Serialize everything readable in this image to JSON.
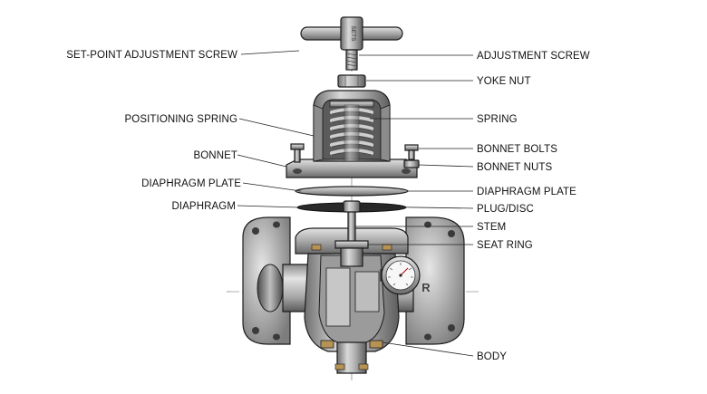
{
  "labels": {
    "set_point_adjustment_screw": "SET-POINT ADJUSTMENT SCREW",
    "positioning_spring": "POSITIONING SPRING",
    "bonnet": "BONNET",
    "diaphragm_plate_left": "DIAPHRAGM PLATE",
    "diaphragm": "DIAPHRAGM",
    "adjustment_screw": "ADJUSTMENT SCREW",
    "yoke_nut": "YOKE NUT",
    "spring": "SPRING",
    "bonnet_bolts": "BONNET BOLTS",
    "bonnet_nuts": "BONNET NUTS",
    "diaphragm_plate_right": "DIAPHRAGM PLATE",
    "plug_disc": "PLUG/DISC",
    "stem": "STEM",
    "seat_ring": "SEAT RING",
    "body": "BODY"
  },
  "handle_marking": "SETS",
  "gauge_marking": "R",
  "colors": {
    "metal_light": "#d9d9d9",
    "metal_mid": "#a8a8a8",
    "metal_dark": "#6e6e6e",
    "cut_face": "#8c8c8c",
    "seal_bronze": "#b69255",
    "line": "#1d1d1d"
  }
}
